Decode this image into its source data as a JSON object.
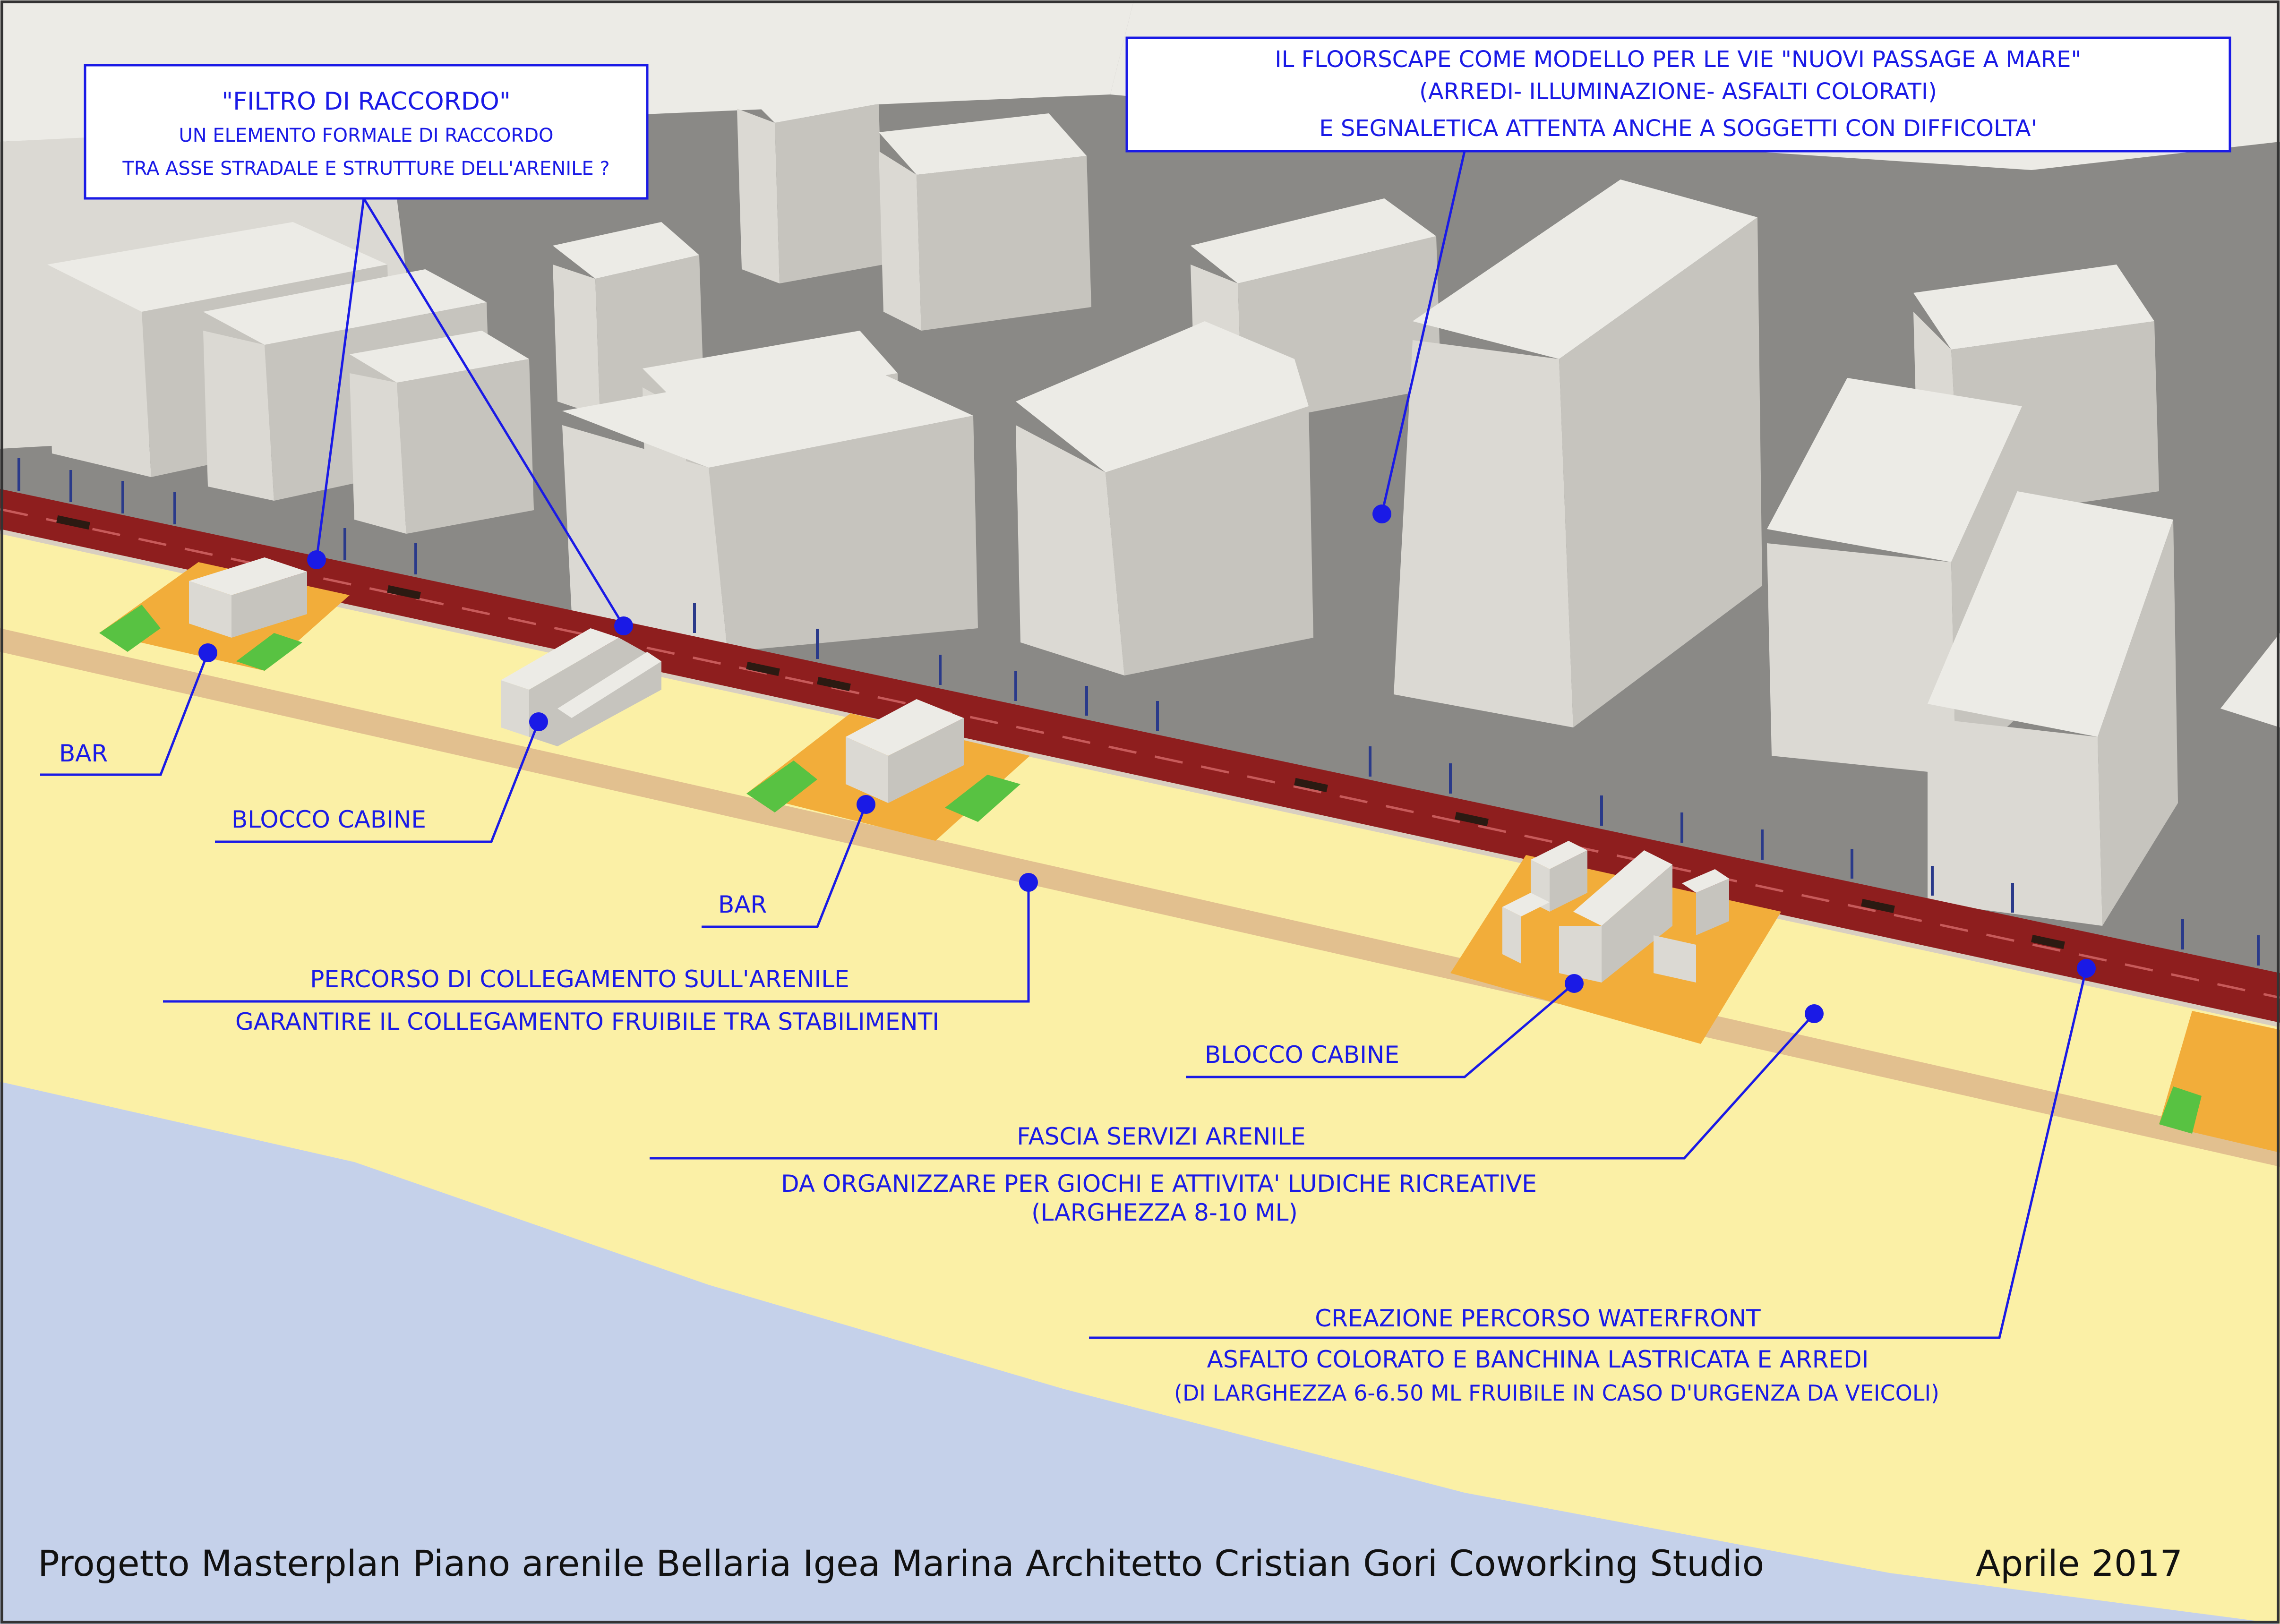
{
  "annotations": {
    "filtro": {
      "line1": "\"FILTRO DI RACCORDO\"",
      "line2": "UN ELEMENTO FORMALE DI RACCORDO",
      "line3": "TRA ASSE STRADALE E STRUTTURE DELL'ARENILE ?"
    },
    "floorscape": {
      "line1": "IL FLOORSCAPE COME MODELLO  PER LE VIE  \"NUOVI PASSAGE A MARE\"",
      "line2": "(ARREDI- ILLUMINAZIONE- ASFALTI COLORATI)",
      "line3": "E SEGNALETICA ATTENTA ANCHE A SOGGETTI CON DIFFICOLTA'"
    },
    "bar_1": "BAR",
    "blocco_cabine_1": "BLOCCO CABINE",
    "bar_2": "BAR",
    "percorso": {
      "line1": "PERCORSO DI COLLEGAMENTO SULL'ARENILE",
      "line2": "GARANTIRE IL COLLEGAMENTO FRUIBILE TRA STABILIMENTI"
    },
    "blocco_cabine_2": "BLOCCO CABINE",
    "fascia": {
      "line1": "FASCIA SERVIZI ARENILE",
      "line2": "DA ORGANIZZARE PER GIOCHI E ATTIVITA' LUDICHE RICREATIVE",
      "line3": "(LARGHEZZA 8-10 ML)"
    },
    "waterfront": {
      "line1": "CREAZIONE PERCORSO WATERFRONT",
      "line2": "ASFALTO COLORATO  E BANCHINA LASTRICATA E ARREDI",
      "line3": "(DI LARGHEZZA 6-6.50 ML  FRUIBILE IN CASO D'URGENZA DA VEICOLI)"
    }
  },
  "footer": {
    "credits": "Progetto Masterplan Piano arenile Bellaria Igea Marina Architetto Cristian Gori Coworking Studio",
    "date": "Aprile 2017"
  },
  "colors": {
    "annotation": "#1a1ae6",
    "sand": "#fbf0a6",
    "sea": "#c5d1ea",
    "promenade": "#8e1e1e",
    "services_pad": "#f2ad3a",
    "green_pad": "#58c242",
    "buildings": "#e6e4df",
    "shadow": "#7a7a78"
  }
}
